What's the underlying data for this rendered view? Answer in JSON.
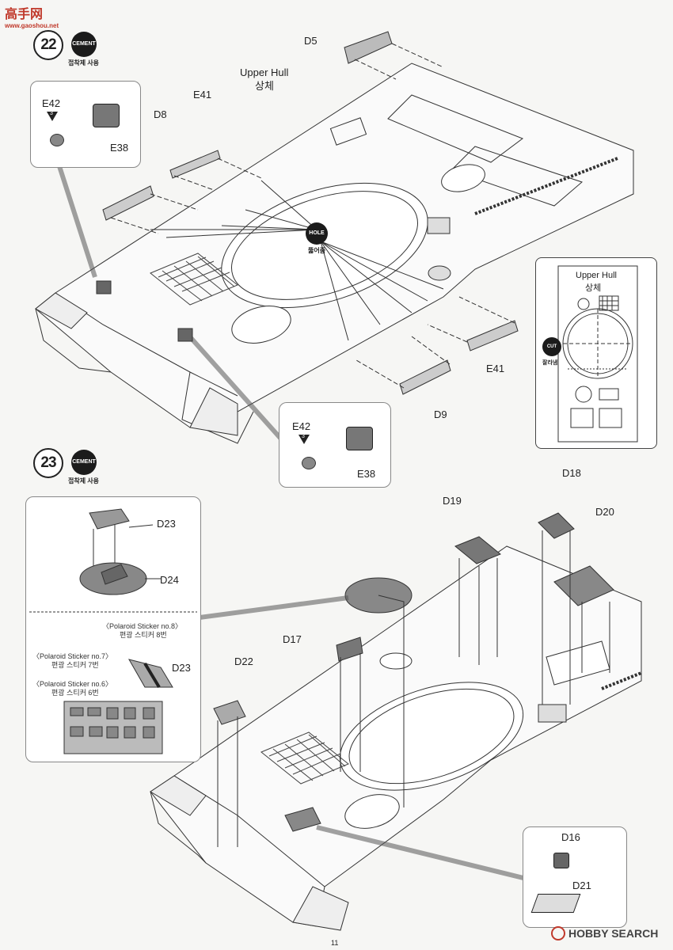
{
  "watermark_top": {
    "brand": "高手网",
    "url": "www.gaoshou.net"
  },
  "step22": {
    "number": "22",
    "cement_icon": "CEMENT",
    "cement_note": "접착제 사용",
    "labels": {
      "d5": "D5",
      "upper_hull_en": "Upper Hull",
      "upper_hull_kr": "상체",
      "e41_top": "E41",
      "d8": "D8",
      "e42_top": "E42",
      "e38_top": "E38",
      "badge_3": "3",
      "hole_icon": "HOLE",
      "hole_note": "뚫어줌",
      "e41_bottom": "E41",
      "d9": "D9",
      "e42_bottom": "E42",
      "e38_bottom": "E38",
      "inset_upper_hull_en": "Upper Hull",
      "inset_upper_hull_kr": "상체",
      "cut_icon": "CUT",
      "cut_note": "잘라냄"
    }
  },
  "step23": {
    "number": "23",
    "cement_icon": "CEMENT",
    "cement_note": "접착제 사용",
    "labels": {
      "d23_top": "D23",
      "d24": "D24",
      "sticker8_en": "〈Polaroid Sticker no.8〉",
      "sticker8_kr": "편광 스티커 8번",
      "sticker7_en": "〈Polaroid Sticker no.7〉",
      "sticker7_kr": "편광 스티커 7번",
      "sticker6_en": "〈Polaroid Sticker no.6〉",
      "sticker6_kr": "편광 스티커 6번",
      "d23_bottom": "D23",
      "d19": "D19",
      "d18": "D18",
      "d20": "D20",
      "d17": "D17",
      "d22": "D22",
      "d16": "D16",
      "d21": "D21"
    }
  },
  "page_number": "11",
  "watermark_bottom": "HOBBY SEARCH"
}
